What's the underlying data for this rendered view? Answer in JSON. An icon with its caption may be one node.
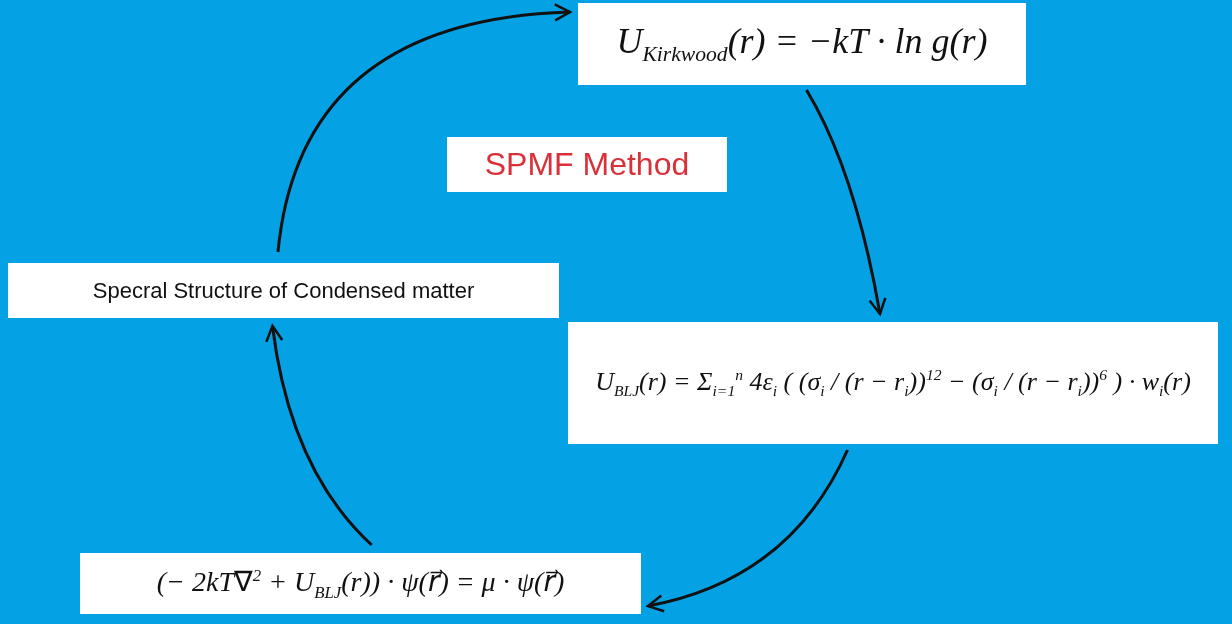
{
  "diagram": {
    "nodes": [
      {
        "text": [
          "U$_{Kirkwood}$(r) = −kT · ln g(r)"
        ]
      },
      {
        "text": [
          "SPMF Method"
        ]
      },
      {
        "text": [
          "U$_{BLJ}$(r) = Σ$_{i=1}$$^{n}$ 4ε$_{i}$ ( (σ$_{i}$ / (r − r$_{i}$))$^{12}$ − (σ$_{i}$ / (r − r$_{i}$))$^{6}$ ) · w$_{i}$(r)"
        ]
      },
      {
        "text": [
          "(− 2kT∇$^{2}$ + U$_{BLJ}$(r)) · ψ(r⃗) = μ · ψ(r⃗)"
        ]
      },
      {
        "text": [
          "Specral Structure of Condensed matter"
        ]
      }
    ],
    "edges": [
      {
        "from": 4,
        "to": 0,
        "arrow": "to"
      },
      {
        "from": 0,
        "to": 2,
        "arrow": "to"
      },
      {
        "from": 2,
        "to": 3,
        "arrow": "to"
      },
      {
        "from": 3,
        "to": 4,
        "arrow": "to"
      }
    ]
  }
}
